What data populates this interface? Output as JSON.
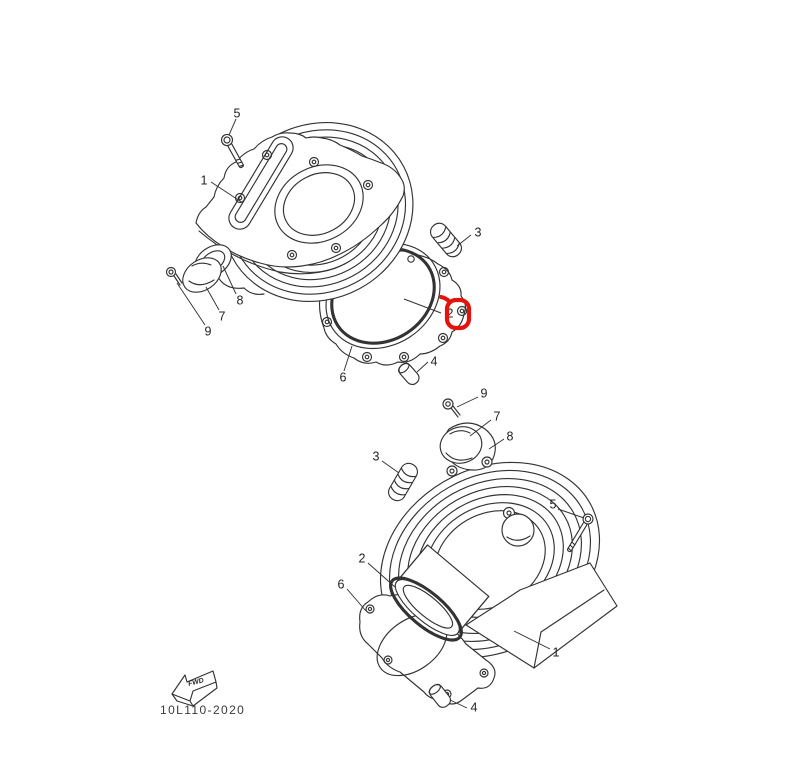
{
  "colors": {
    "paper": "#ffffff",
    "line": "#333333",
    "ink": "#222222",
    "highlight": "#e2140d"
  },
  "footer": {
    "diagram_code": "10L110-2020",
    "fwd_label": "FWD"
  },
  "highlight": {
    "highlighted_part": "2"
  },
  "callouts": {
    "top": [
      {
        "label": "5"
      },
      {
        "label": "1"
      },
      {
        "label": "3"
      },
      {
        "label": "8"
      },
      {
        "label": "7"
      },
      {
        "label": "9"
      },
      {
        "label": "2"
      },
      {
        "label": "4"
      },
      {
        "label": "6"
      }
    ],
    "bottom": [
      {
        "label": "9"
      },
      {
        "label": "7"
      },
      {
        "label": "8"
      },
      {
        "label": "3"
      },
      {
        "label": "5"
      },
      {
        "label": "2"
      },
      {
        "label": "6"
      },
      {
        "label": "1"
      },
      {
        "label": "4"
      }
    ]
  }
}
